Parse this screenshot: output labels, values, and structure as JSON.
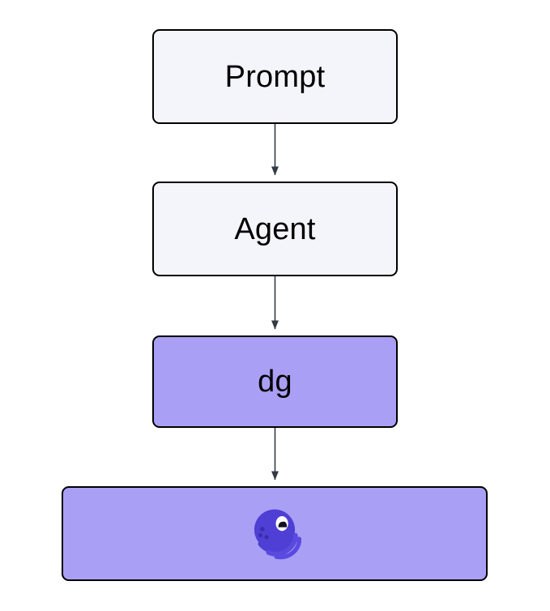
{
  "diagram": {
    "type": "flowchart",
    "direction": "top-to-bottom",
    "background_color": "#ffffff",
    "node_border_color": "#000000",
    "edge_color": "#333a44",
    "default_node_fill": "#f4f4fb",
    "accent_node_fill": "#a9a0f5",
    "icon_color": "#4f3fd4",
    "nodes": [
      {
        "id": "prompt",
        "label": "Prompt",
        "style": "default",
        "shape": "rounded-rectangle"
      },
      {
        "id": "agent",
        "label": "Agent",
        "style": "default",
        "shape": "rounded-rectangle"
      },
      {
        "id": "dg",
        "label": "dg",
        "style": "accent",
        "shape": "rounded-rectangle"
      },
      {
        "id": "octopus",
        "label": "",
        "icon": "octopus-icon",
        "style": "accent",
        "shape": "rounded-rectangle"
      }
    ],
    "edges": [
      {
        "from": "prompt",
        "to": "agent",
        "label": "",
        "arrow": "triangle"
      },
      {
        "from": "agent",
        "to": "dg",
        "label": "",
        "arrow": "triangle"
      },
      {
        "from": "dg",
        "to": "octopus",
        "label": "",
        "arrow": "triangle"
      }
    ]
  }
}
